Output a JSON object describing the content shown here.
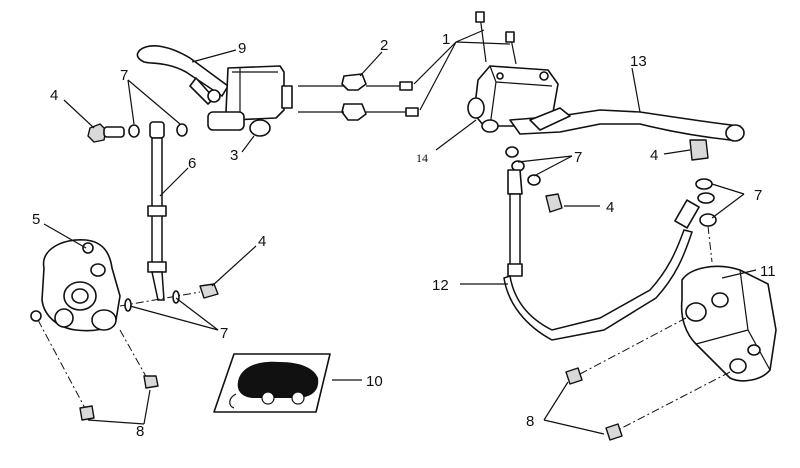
{
  "callouts": [
    {
      "id": "c9",
      "label": "9"
    },
    {
      "id": "c2",
      "label": "2"
    },
    {
      "id": "c7a",
      "label": "7"
    },
    {
      "id": "c4a",
      "label": "4"
    },
    {
      "id": "c3",
      "label": "3"
    },
    {
      "id": "c6",
      "label": "6"
    },
    {
      "id": "c5",
      "label": "5"
    },
    {
      "id": "c4b",
      "label": "4"
    },
    {
      "id": "c7b",
      "label": "7"
    },
    {
      "id": "c8a",
      "label": "8"
    },
    {
      "id": "c10",
      "label": "10"
    },
    {
      "id": "c1",
      "label": "1"
    },
    {
      "id": "c13",
      "label": "13"
    },
    {
      "id": "c14",
      "label": "14"
    },
    {
      "id": "c7c",
      "label": "7"
    },
    {
      "id": "c4c",
      "label": "4"
    },
    {
      "id": "c4d",
      "label": "4"
    },
    {
      "id": "c7d",
      "label": "7"
    },
    {
      "id": "c12",
      "label": "12"
    },
    {
      "id": "c11",
      "label": "11"
    },
    {
      "id": "c8b",
      "label": "8"
    }
  ]
}
